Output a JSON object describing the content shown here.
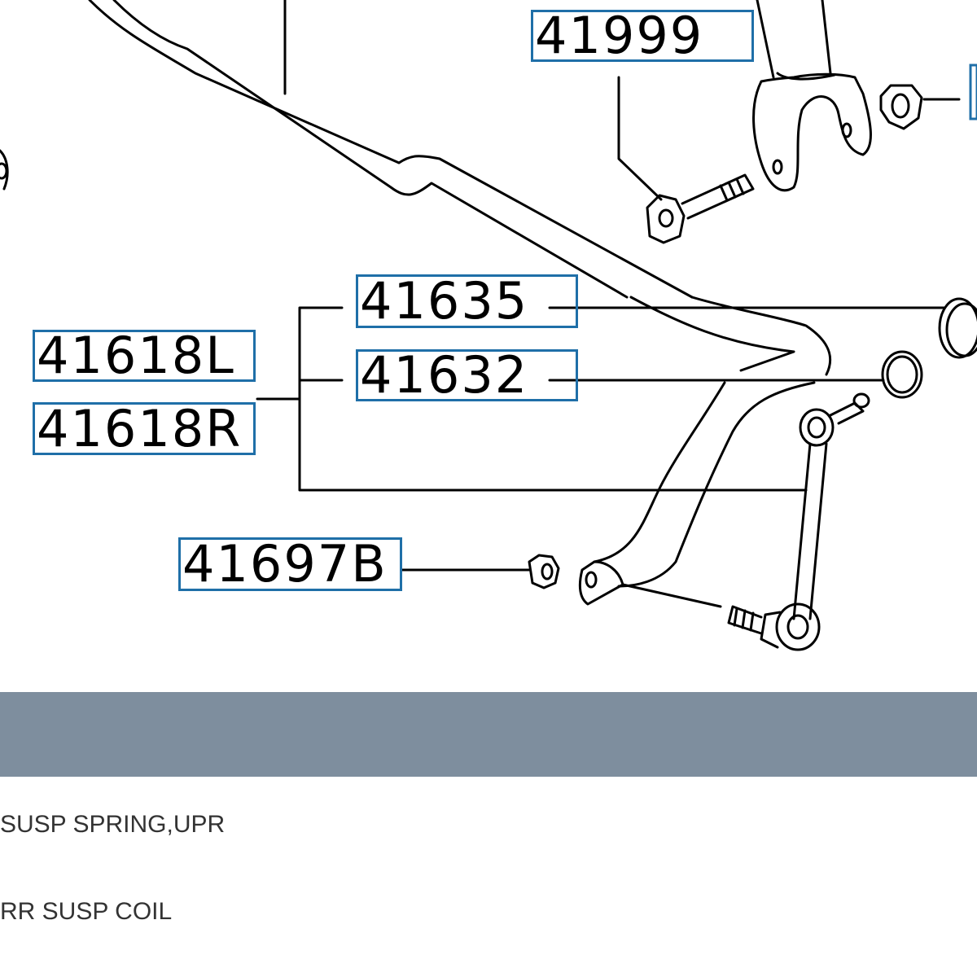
{
  "callouts": {
    "c41999": "41999",
    "c41635": "41635",
    "c41632": "41632",
    "c41618L": "41618L",
    "c41618R": "41618R",
    "c41697B": "41697B"
  },
  "parts_list": [
    "SUSP SPRING,UPR",
    "RR SUSP COIL"
  ],
  "colors": {
    "callout_border": "#1f6fa8",
    "header_band": "#7e8e9e",
    "line_art": "#000000"
  }
}
